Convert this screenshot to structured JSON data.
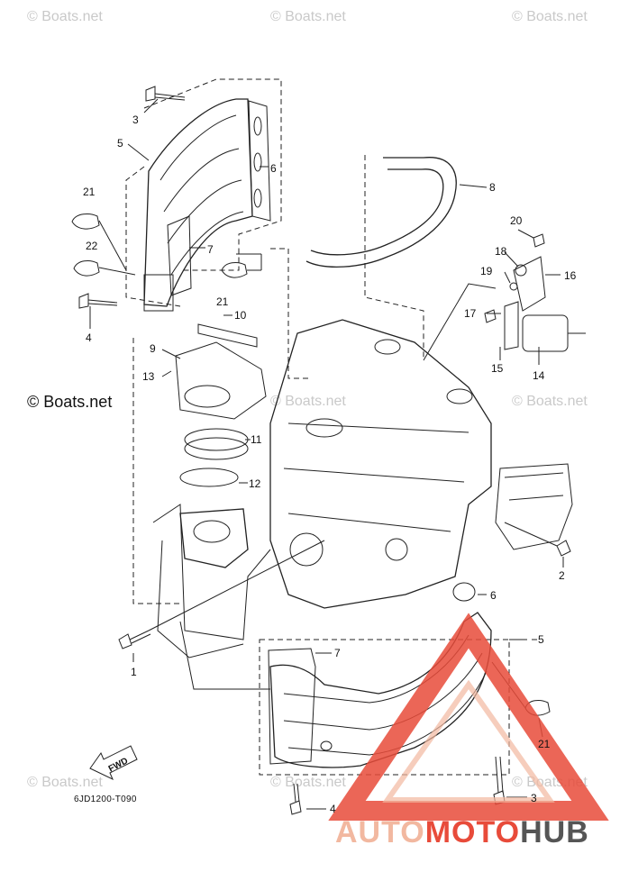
{
  "watermarks": {
    "top_left": "© Boats.net",
    "top_center": "© Boats.net",
    "top_right": "© Boats.net",
    "mid_left": "© Boats.net",
    "mid_center": "© Boats.net",
    "mid_right": "© Boats.net",
    "bottom_left": "© Boats.net",
    "bottom_center": "© Boats.net",
    "bottom_right": "© Boats.net"
  },
  "callouts": {
    "c1": "1",
    "c2": "2",
    "c3_top": "3",
    "c3_bottom": "3",
    "c4_top": "4",
    "c4_bottom": "4",
    "c5_top": "5",
    "c5_bottom": "5",
    "c6_top": "6",
    "c6_bottom": "6",
    "c7_top": "7",
    "c7_bottom": "7",
    "c8": "8",
    "c9": "9",
    "c10": "10",
    "c11": "11",
    "c12": "12",
    "c13": "13",
    "c14": "14",
    "c15": "15",
    "c16": "16",
    "c17": "17",
    "c18": "18",
    "c19": "19",
    "c20": "20",
    "c21_top": "21",
    "c21_mid": "21",
    "c21_bottom": "21",
    "c22": "22"
  },
  "fwd_label": "FWD",
  "diagram_code": "6JD1200-T090",
  "brand": {
    "part1": "AUTO",
    "part2": "MOTO",
    "part3": "HUB"
  },
  "colors": {
    "line": "#222222",
    "brand_red": "#e84b3a",
    "brand_light": "#f2b8a0",
    "brand_gray": "#555555"
  }
}
